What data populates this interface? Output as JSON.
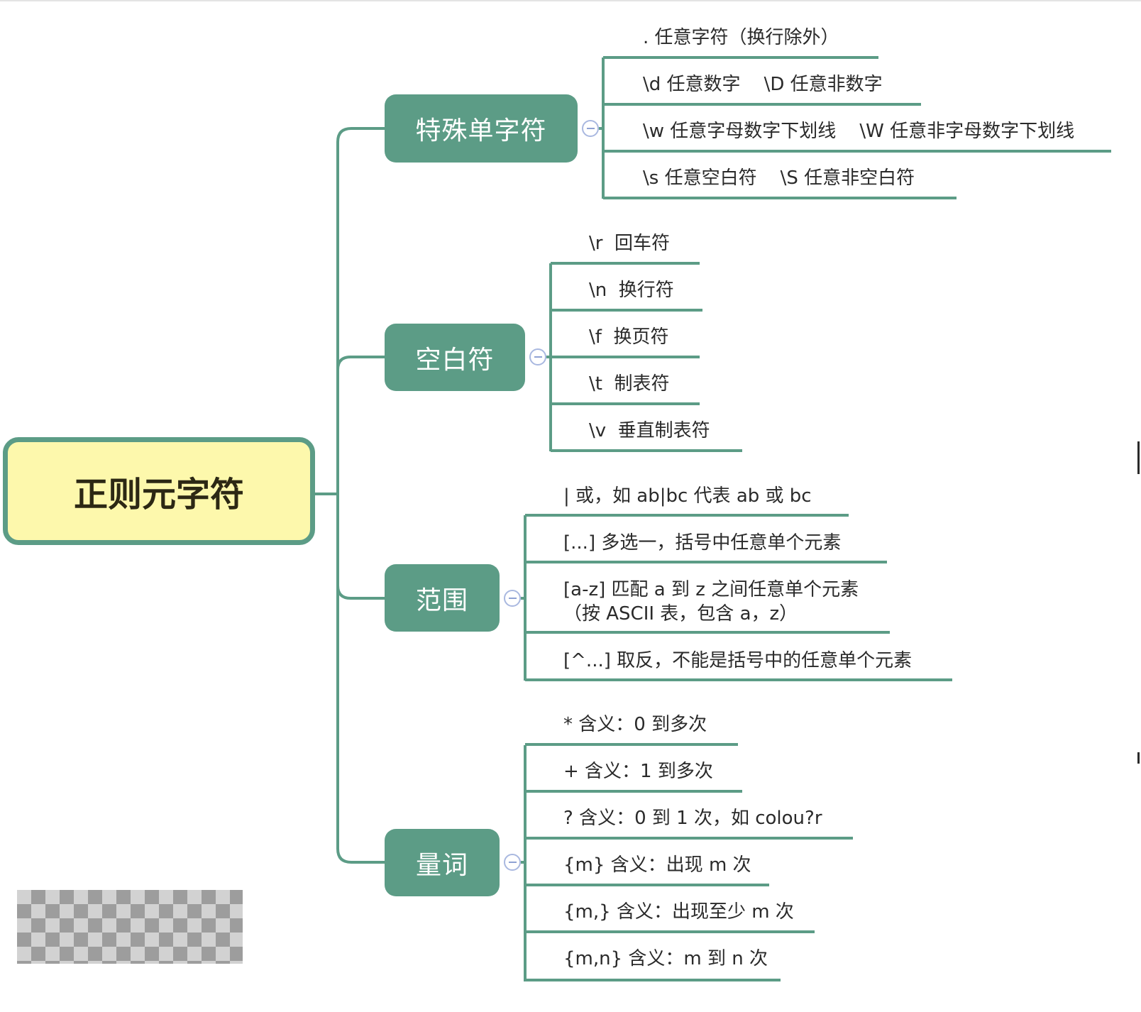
{
  "root": {
    "label": "正则元字符"
  },
  "colors": {
    "branch": "#5c9c86",
    "root_fill": "#fdf8ac",
    "collapse_ring": "#a9b8e0"
  },
  "topics": [
    {
      "id": "special-single-char",
      "label": "特殊单字符",
      "items": [
        ". 任意字符（换行除外）",
        "\\d 任意数字    \\D 任意非数字",
        "\\w 任意字母数字下划线    \\W 任意非字母数字下划线",
        "\\s 任意空白符    \\S 任意非空白符"
      ]
    },
    {
      "id": "whitespace",
      "label": "空白符",
      "items": [
        "\\r  回车符",
        "\\n  换行符",
        "\\f  换页符",
        "\\t  制表符",
        "\\v  垂直制表符"
      ]
    },
    {
      "id": "range",
      "label": "范围",
      "items": [
        "| 或，如 ab|bc 代表 ab 或 bc",
        "[...] 多选一，括号中任意单个元素",
        "[a-z] 匹配 a 到 z 之间任意单个元素\n（按 ASCII 表，包含 a，z）",
        "[^...] 取反，不能是括号中的任意单个元素"
      ]
    },
    {
      "id": "quantifier",
      "label": "量词",
      "items": [
        "* 含义：0 到多次",
        "+ 含义：1 到多次",
        "? 含义：0 到 1 次，如 colou?r",
        "{m} 含义：出现 m 次",
        "{m,} 含义：出现至少 m 次",
        "{m,n} 含义：m 到 n 次"
      ]
    }
  ]
}
